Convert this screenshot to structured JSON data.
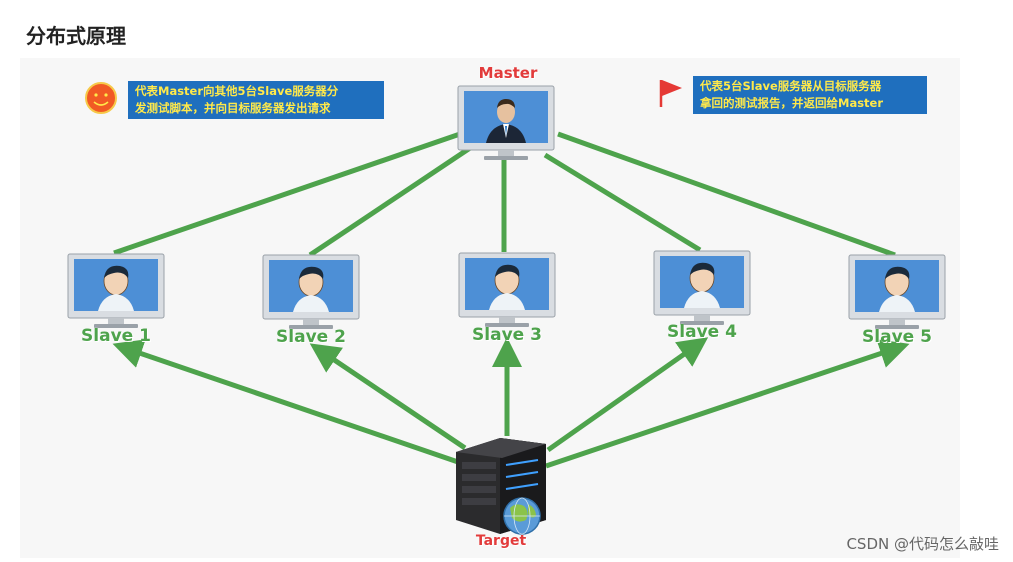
{
  "page": {
    "title": "分布式原理"
  },
  "legend": {
    "request_note": {
      "icon": "smiley-icon",
      "line1": "代表Master向其他5台Slave服务器分",
      "line2": "发测试脚本，并向目标服务器发出请求"
    },
    "report_note": {
      "icon": "flag-icon",
      "line1": "代表5台Slave服务器从目标服务器",
      "line2": "拿回的测试报告，并返回给Master"
    }
  },
  "nodes": {
    "master": {
      "label": "Master",
      "icon": "computer-monitor-icon"
    },
    "slaves": [
      {
        "label": "Slave 1",
        "icon": "computer-monitor-icon"
      },
      {
        "label": "Slave 2",
        "icon": "computer-monitor-icon"
      },
      {
        "label": "Slave 3",
        "icon": "computer-monitor-icon"
      },
      {
        "label": "Slave 4",
        "icon": "computer-monitor-icon"
      },
      {
        "label": "Slave 5",
        "icon": "computer-monitor-icon"
      }
    ],
    "target": {
      "label": "Target",
      "icon": "server-globe-icon"
    }
  },
  "edges": {
    "master_to_slaves": [
      "Slave 1",
      "Slave 2",
      "Slave 3",
      "Slave 4",
      "Slave 5"
    ],
    "target_to_slaves_arrows": [
      "Slave 1",
      "Slave 2",
      "Slave 3",
      "Slave 4",
      "Slave 5"
    ]
  },
  "colors": {
    "connector": "#4ea34c",
    "label_slave": "#4ea34c",
    "label_master_target": "#e23b3b",
    "note_bg": "#1f6fbe",
    "note_text": "#ffe94a",
    "monitor_screen": "#4d8fd6",
    "monitor_frame": "#d9dde2"
  },
  "watermark": "CSDN @代码怎么敲哇"
}
